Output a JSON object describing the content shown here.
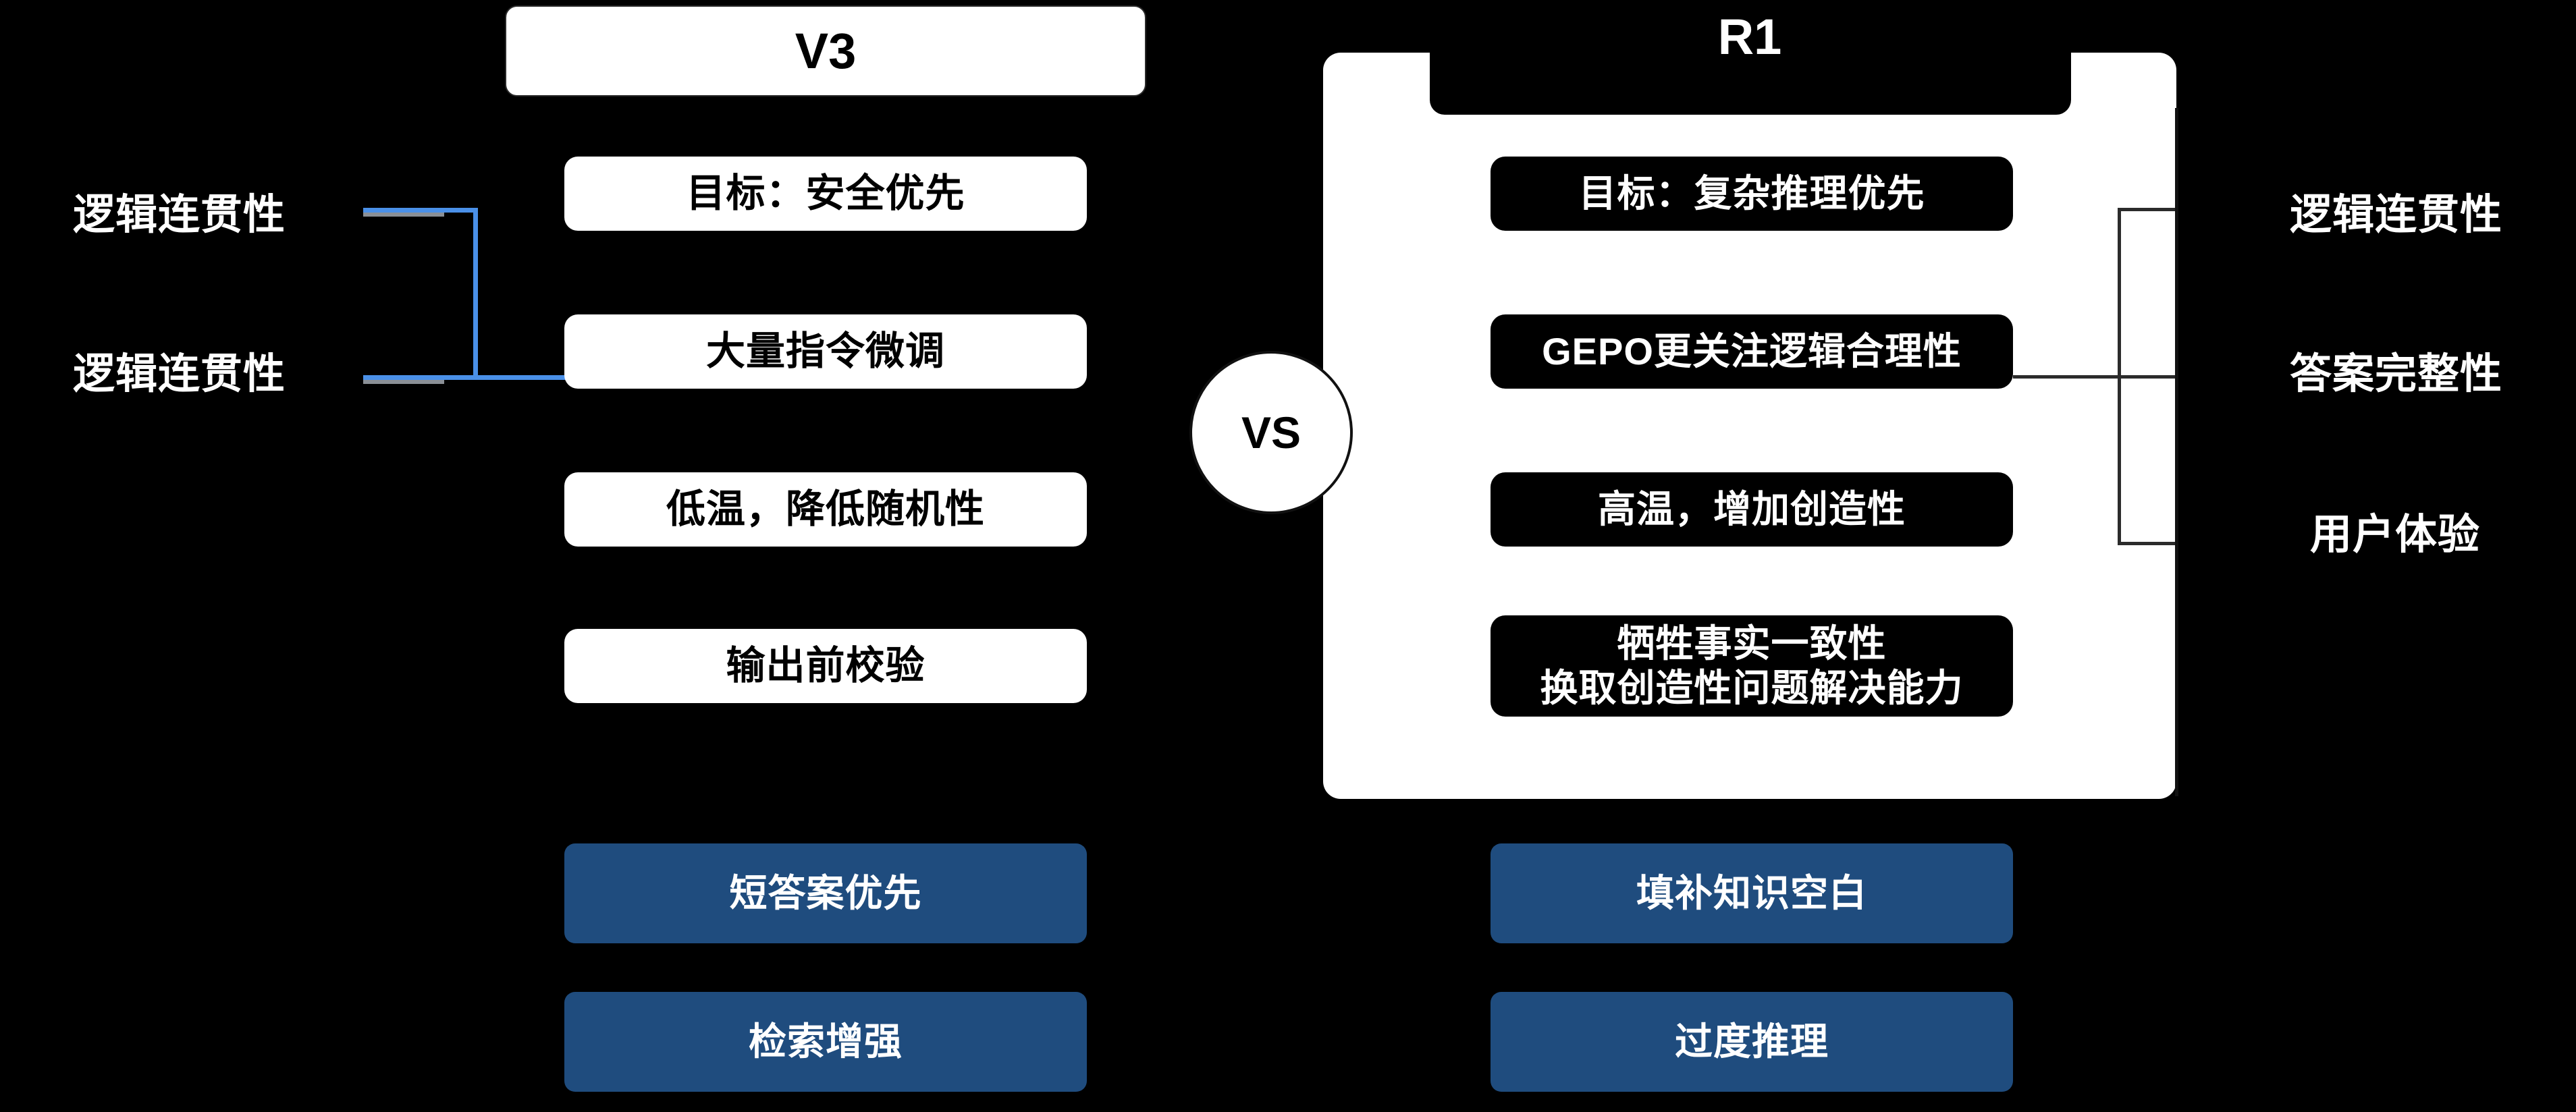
{
  "diagram": {
    "background_color": "#000000",
    "accent_blue": "#4a90e8",
    "card_blue": "#1f4c7e",
    "vs_label": "VS"
  },
  "left_labels": [
    {
      "text": "逻辑连贯性"
    },
    {
      "text": "逻辑连贯性"
    }
  ],
  "right_labels": [
    {
      "text": "逻辑连贯性"
    },
    {
      "text": "答案完整性"
    },
    {
      "text": "用户体验"
    }
  ],
  "v3": {
    "title": "V3",
    "cards": [
      {
        "text": "目标：安全优先"
      },
      {
        "text": "大量指令微调"
      },
      {
        "text": "低温，降低随机性"
      },
      {
        "text": "输出前校验"
      }
    ],
    "blue_cards": [
      {
        "text": "短答案优先"
      },
      {
        "text": "检索增强"
      }
    ]
  },
  "r1": {
    "title": "R1",
    "cards": [
      {
        "line1": "目标：复杂推理优先",
        "line2": ""
      },
      {
        "line1": "GEPO更关注逻辑合理性",
        "line2": ""
      },
      {
        "line1": "高温，增加创造性",
        "line2": ""
      },
      {
        "line1": "牺牲事实一致性",
        "line2": "换取创造性问题解决能力"
      }
    ],
    "blue_cards": [
      {
        "text": "填补知识空白"
      },
      {
        "text": "过度推理"
      }
    ]
  }
}
